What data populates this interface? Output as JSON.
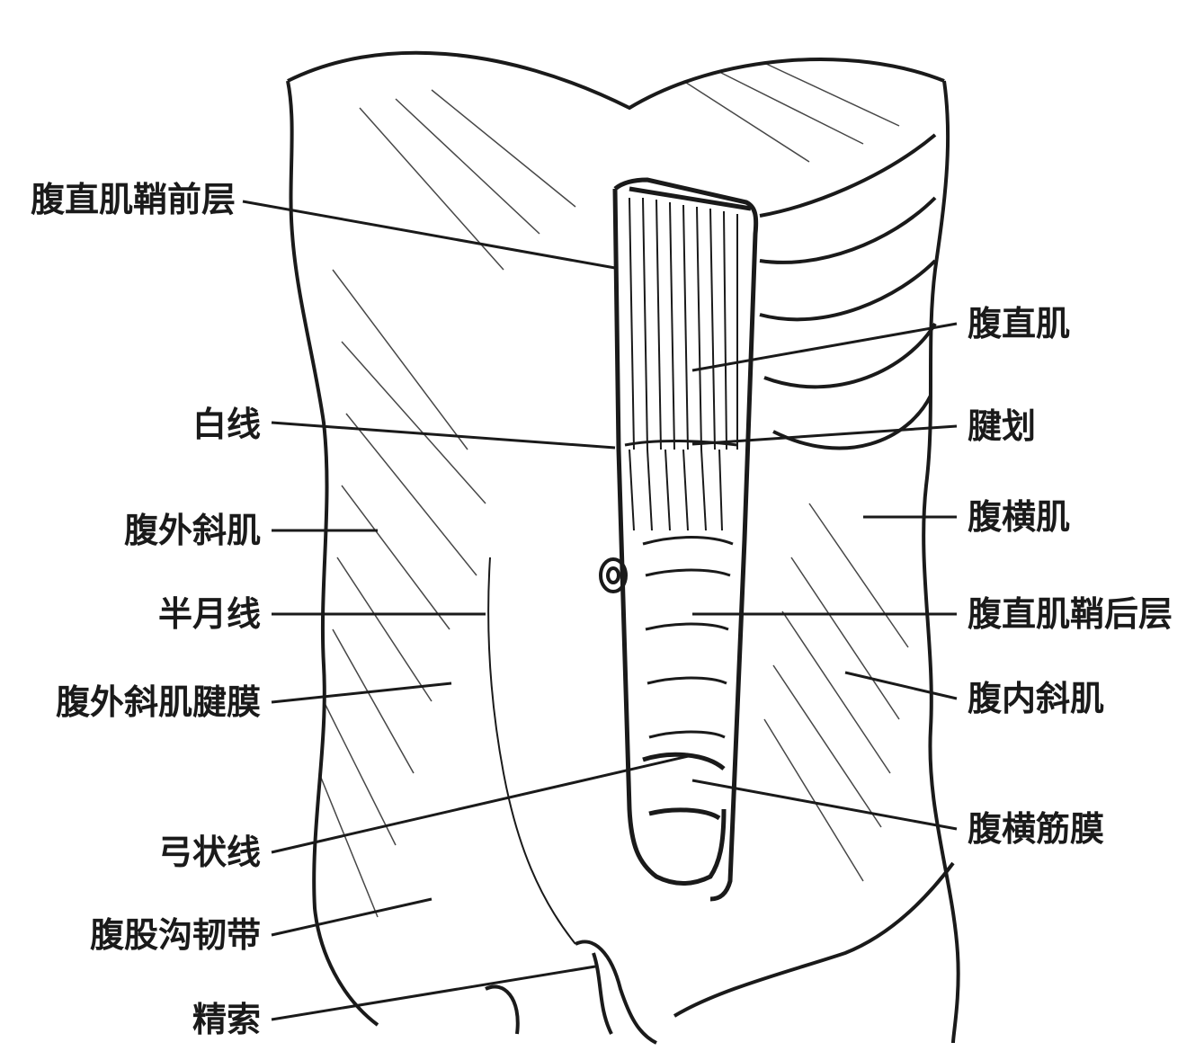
{
  "left_labels": [
    "腹直肌鞘前层",
    "白线",
    "腹外斜肌",
    "半月线",
    "腹外斜肌腱膜",
    "弓状线",
    "腹股沟韧带",
    "精索"
  ],
  "right_labels": [
    "腹直肌",
    "腱划",
    "腹横肌",
    "腹直肌鞘后层",
    "腹内斜肌",
    "腹横筋膜"
  ],
  "colors": {
    "ink": "#1a1a1a",
    "paper": "#ffffff"
  }
}
